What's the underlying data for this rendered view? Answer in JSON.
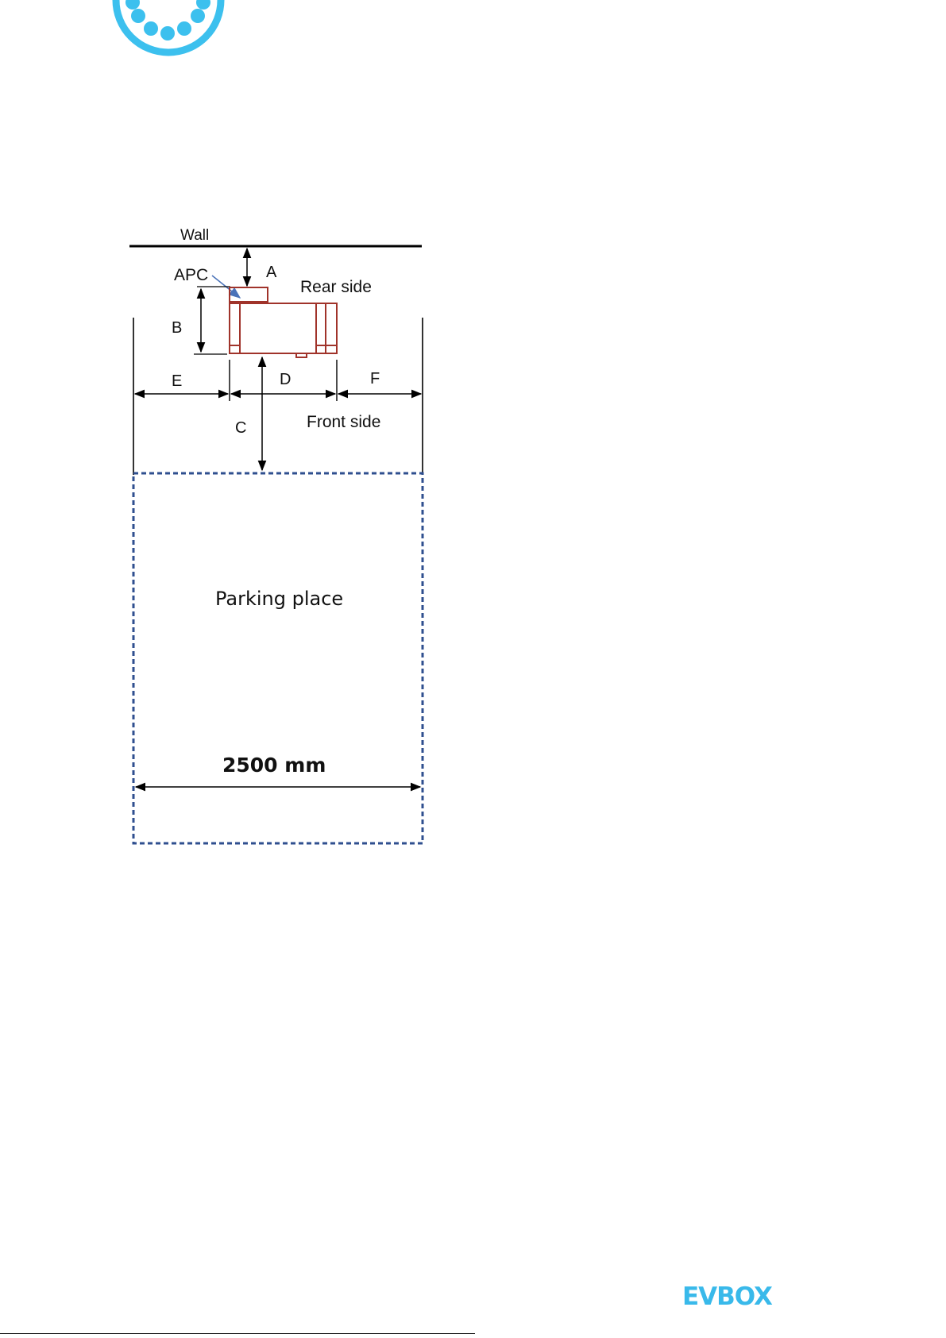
{
  "page": {
    "brand_logo": {
      "icon": "evbox-logo",
      "text": "EVBOX",
      "color": "#39b9ea"
    },
    "header_icon": {
      "icon": "evbox-ring-logo",
      "color": "#3cc0ee"
    }
  },
  "diagram": {
    "wall_label": "Wall",
    "apc_label": "APC",
    "rear_side_label": "Rear side",
    "front_side_label": "Front side",
    "parking_place_label": "Parking place",
    "width_label": "2500 mm",
    "dimensions": {
      "a": "A",
      "b": "B",
      "c": "C",
      "d": "D",
      "e": "E",
      "f": "F"
    },
    "colors": {
      "charger_outline": "#a0332a",
      "parking_border": "#2f4f8f",
      "apc_arrow": "#4a72b8",
      "lines": "#000000"
    }
  }
}
